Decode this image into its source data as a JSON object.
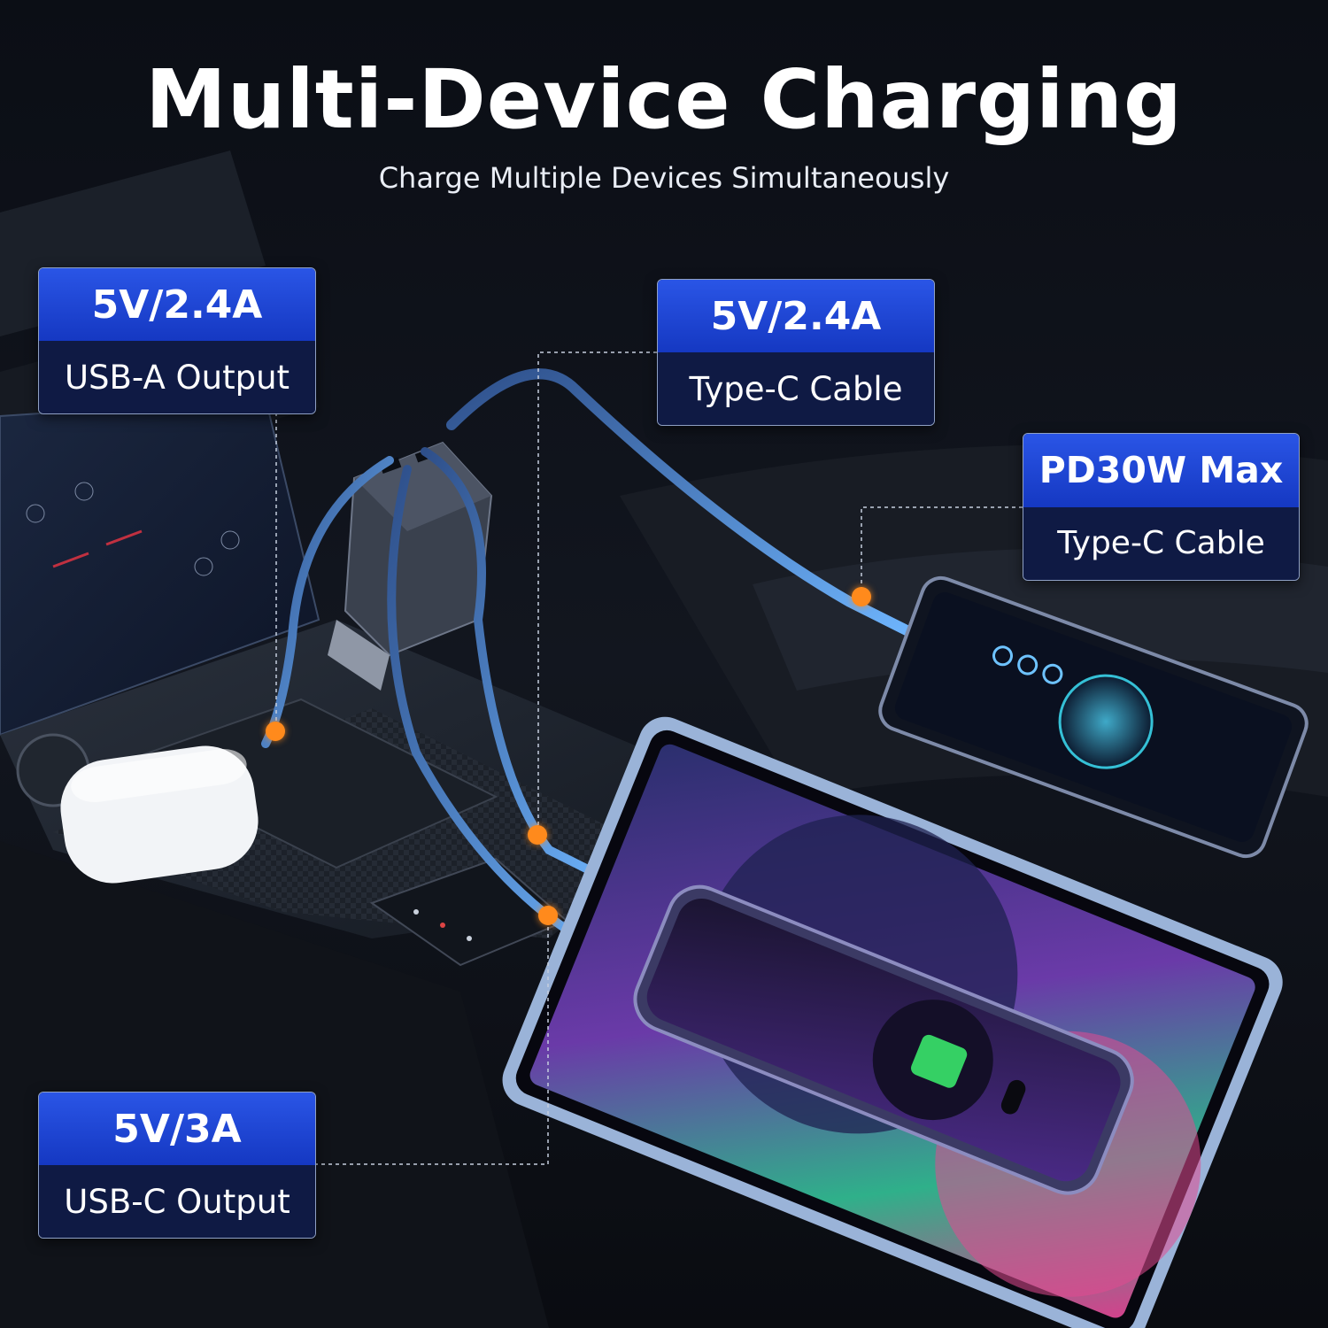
{
  "headline": "Multi-Device Charging",
  "subheadline": "Charge Multiple Devices Simultaneously",
  "callouts": [
    {
      "id": "usb-a-output",
      "rating": "5V/2.4A",
      "port": "USB-A Output"
    },
    {
      "id": "type-c-cable-1",
      "rating": "5V/2.4A",
      "port": "Type-C Cable"
    },
    {
      "id": "type-c-cable-pd",
      "rating": "PD30W Max",
      "port": "Type-C Cable"
    },
    {
      "id": "usb-c-output",
      "rating": "5V/3A",
      "port": "USB-C Output"
    }
  ],
  "colors": {
    "accent_blue": "#1f46d8",
    "label_dark": "#0f1a44",
    "marker_orange": "#ff8a1c",
    "background": "#07090f"
  }
}
